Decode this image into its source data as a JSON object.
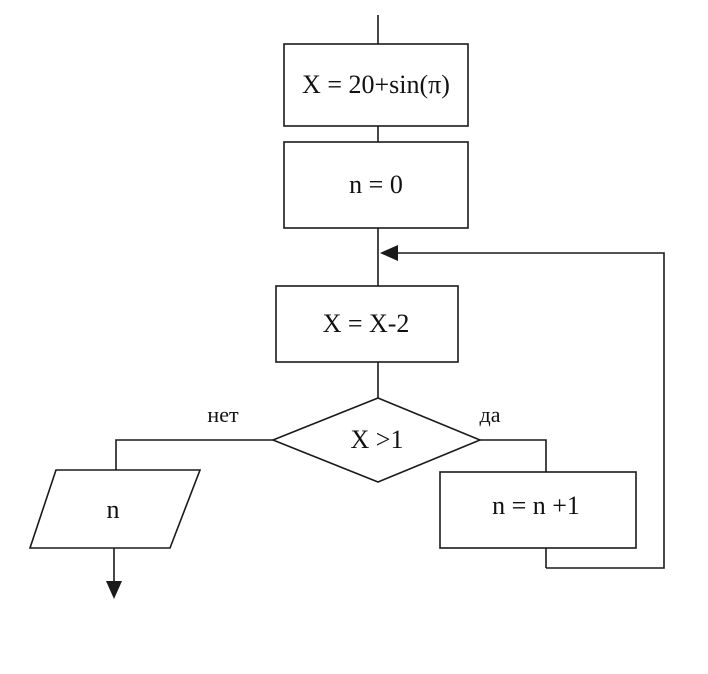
{
  "diagram": {
    "blocks": {
      "assign_x": "X = 20+sin(π)",
      "assign_n": "n = 0",
      "decrement_x": "X = X-2",
      "condition": "X >1",
      "increment_n": "n = n +1",
      "output": "n"
    },
    "branches": {
      "no": "нет",
      "yes": "да"
    }
  }
}
